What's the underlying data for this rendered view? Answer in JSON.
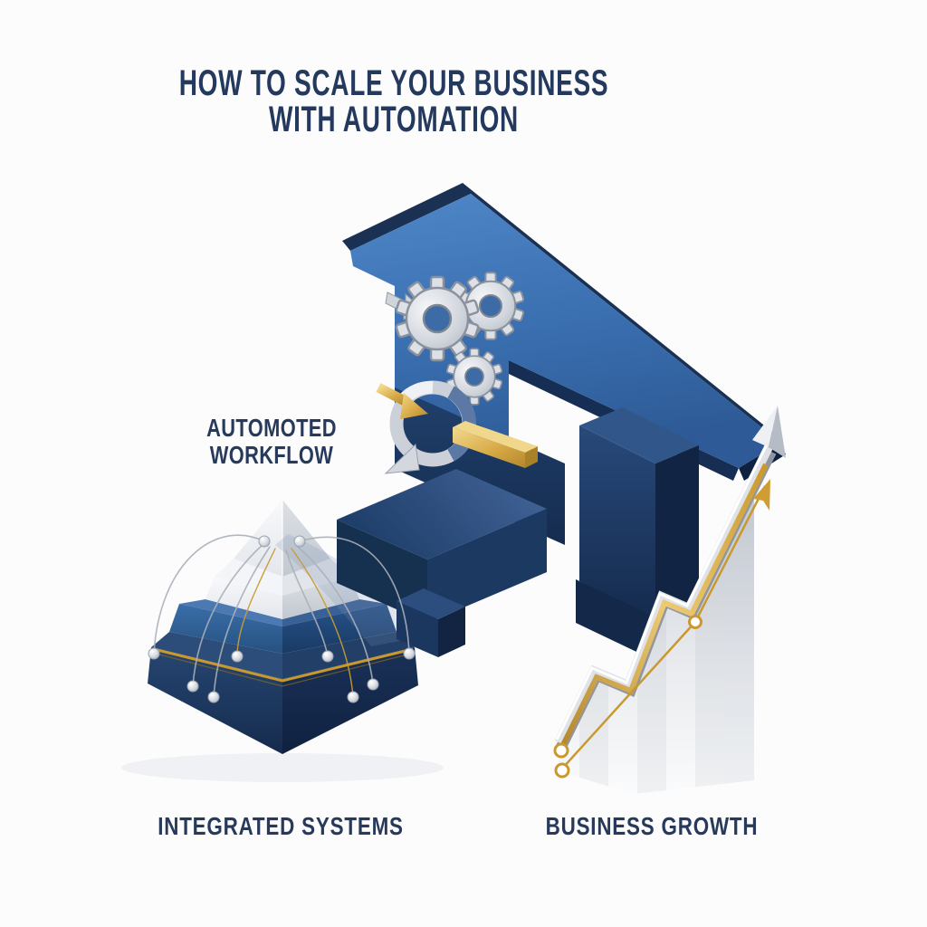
{
  "title": {
    "line1": "HOW TO SCALE YOUR BUSINESS",
    "line2": "WITH AUTOMATION"
  },
  "labels": {
    "automated_workflow": {
      "line1": "AUTOMOTED",
      "line2": "WORKFLOW"
    },
    "integrated_systems": "INTEGRATED SYSTEMS",
    "business_growth": "BUSINESS GROWTH"
  },
  "colors": {
    "background": "#fcfcfd",
    "heading_text": "#24395e",
    "label_text": "#273a5c",
    "arrow_blue": "#3e74b4",
    "dark_navy": "#1c3760",
    "pyramid_blue": "#2f67a8",
    "gold": "#c9992f",
    "silver": "#c7ccd4"
  },
  "icons": {
    "up_arrow": "up-arrow-icon",
    "gears": "gear-icon",
    "sync": "sync-arrows-icon",
    "pyramid": "pyramid-icon",
    "network_nodes": "network-node-icon",
    "growth_arrow": "growth-arrow-icon"
  }
}
